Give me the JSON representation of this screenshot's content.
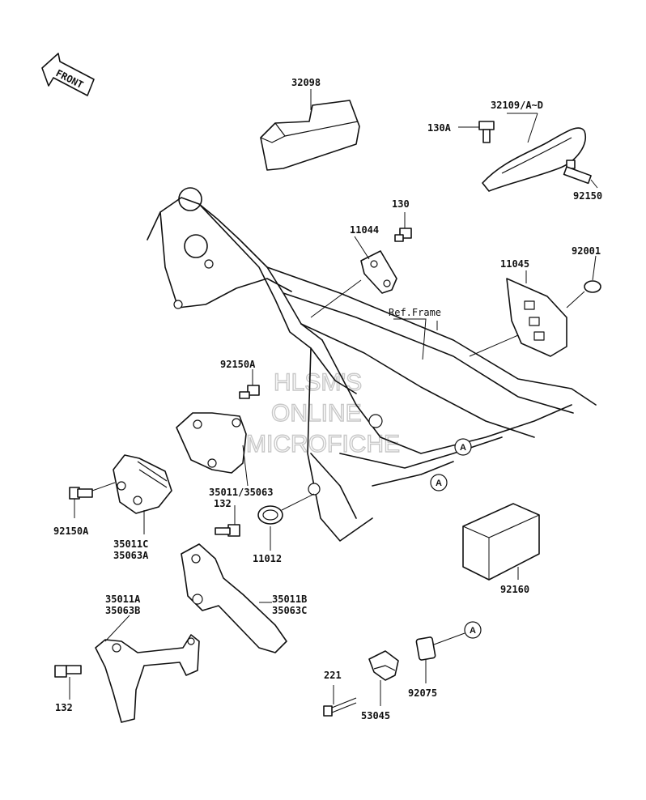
{
  "front_arrow": {
    "label": "FRONT"
  },
  "ref_label": "Ref.Frame",
  "watermark": [
    "HLSM'S",
    "ONLINE",
    "MICROFICHE"
  ],
  "markers": [
    "A",
    "A",
    "A"
  ],
  "labels": {
    "p32098": "32098",
    "p32109": "32109/A~D",
    "p130A": "130A",
    "p92150": "92150",
    "p130": "130",
    "p11044": "11044",
    "p11045": "11045",
    "p92001": "92001",
    "p92150A_top": "92150A",
    "p35011_35063": "35011/35063",
    "p92150A_left": "92150A",
    "p35011C": "35011C",
    "p35063A": "35063A",
    "p132_top": "132",
    "p11012": "11012",
    "p35011B": "35011B",
    "p35063C": "35063C",
    "p35011A": "35011A",
    "p35063B": "35063B",
    "p132_bottom": "132",
    "p92160": "92160",
    "p221": "221",
    "p53045": "53045",
    "p92075": "92075"
  }
}
